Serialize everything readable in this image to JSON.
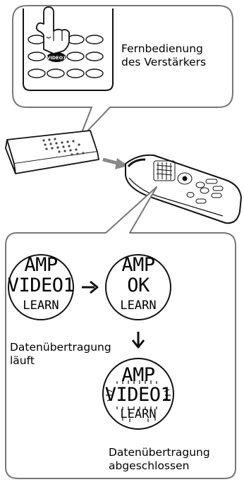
{
  "top_callout": {
    "label_line1": "Fernbedienung",
    "label_line2": "des Verstärkers",
    "button_text": "VIDEO1"
  },
  "displays": [
    {
      "line1": "AMP",
      "line2": "VIDEO1",
      "line3": "LEARN",
      "blinking": false
    },
    {
      "line1": "AMP",
      "line2": "OK",
      "line3": "LEARN",
      "blinking": false
    },
    {
      "line1": "AMP",
      "line2": "VIDEO1",
      "line3": "LEARN",
      "blinking": true
    }
  ],
  "captions": {
    "transfer_running_line1": "Datenübertragung",
    "transfer_running_line2": "läuft",
    "transfer_done_line1": "Datenübertragung",
    "transfer_done_line2": "abgeschlossen"
  }
}
